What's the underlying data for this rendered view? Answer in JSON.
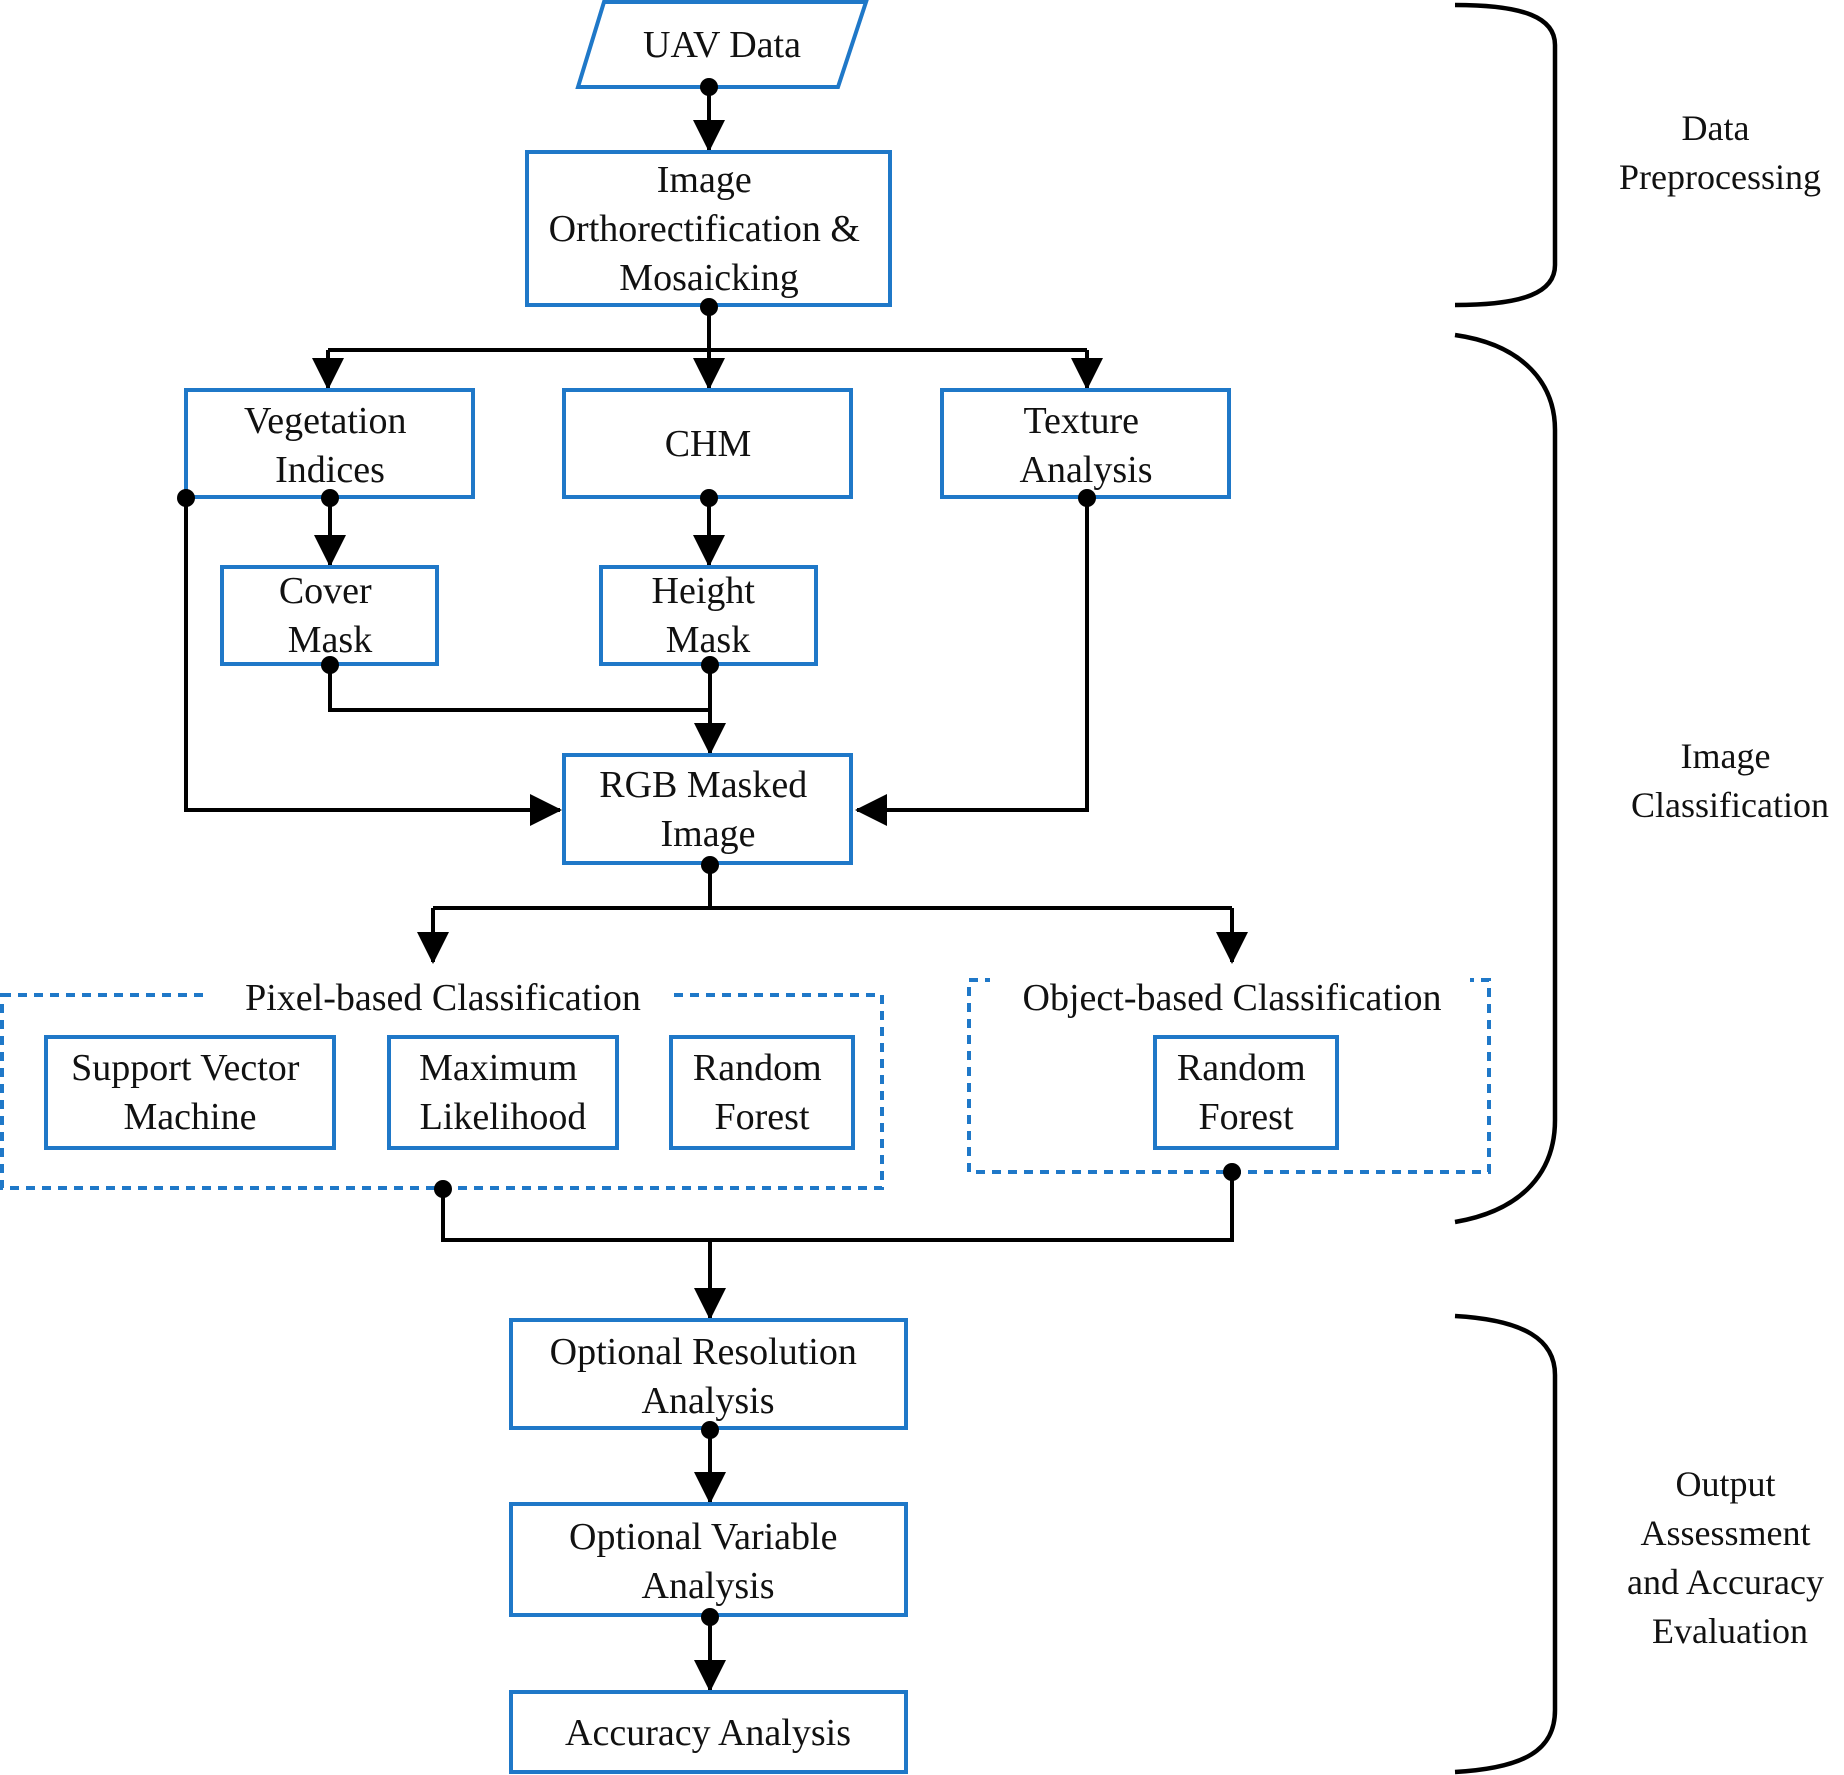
{
  "nodes": {
    "uav": [
      "UAV Data"
    ],
    "ortho": [
      "Image",
      "Orthorectification &",
      "Mosaicking"
    ],
    "veg": [
      "Vegetation",
      "Indices"
    ],
    "chm": [
      "CHM"
    ],
    "texture": [
      "Texture",
      "Analysis"
    ],
    "cover": [
      "Cover",
      "Mask"
    ],
    "height": [
      "Height",
      "Mask"
    ],
    "rgb": [
      "RGB Masked",
      "Image"
    ],
    "svm": [
      "Support Vector",
      "Machine"
    ],
    "ml": [
      "Maximum",
      "Likelihood"
    ],
    "rf_pixel": [
      "Random",
      "Forest"
    ],
    "rf_object": [
      "Random",
      "Forest"
    ],
    "resolution": [
      "Optional Resolution",
      "Analysis"
    ],
    "variable": [
      "Optional Variable",
      "Analysis"
    ],
    "accuracy": [
      "Accuracy Analysis"
    ]
  },
  "groups": {
    "pixel": "Pixel-based Classification",
    "object": "Object-based Classification"
  },
  "stages": {
    "preprocessing": [
      "Data",
      "Preprocessing"
    ],
    "classification": [
      "Image",
      "Classification"
    ],
    "output": [
      "Output",
      "Assessment",
      "and Accuracy",
      "Evaluation"
    ]
  },
  "colors": {
    "box_stroke": "#1f78c8",
    "arrow": "#000000",
    "text": "#111111"
  }
}
